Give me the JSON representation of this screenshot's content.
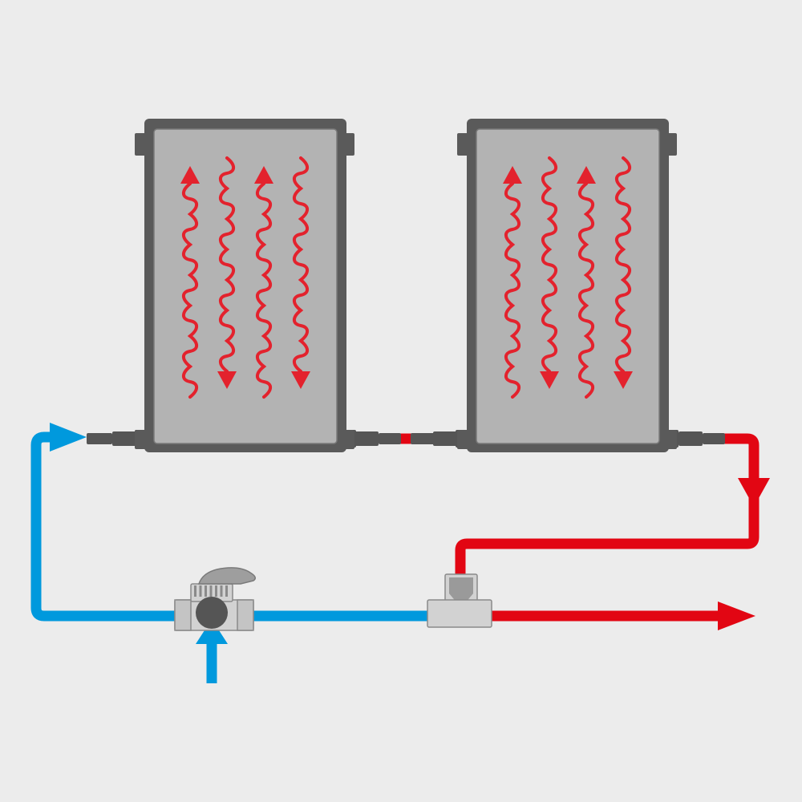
{
  "diagram": {
    "colors": {
      "background": "#ececec",
      "radiator_frame": "#5a5a5a",
      "radiator_panel": "#b3b3b3",
      "panel_border": "#7a7a7a",
      "fitting_dark": "#555555",
      "fitting_light": "#d2d2d2",
      "cold_water": "#0099dd",
      "hot_water": "#e20613",
      "heat_wave": "#e3222d"
    },
    "radiators": [
      {
        "name": "radiator-left",
        "waves": [
          "up",
          "down",
          "up",
          "down"
        ]
      },
      {
        "name": "radiator-right",
        "waves": [
          "up",
          "down",
          "up",
          "down"
        ]
      }
    ],
    "flow": [
      {
        "name": "cold-supply-inlet",
        "medium": "cold",
        "direction": "up"
      },
      {
        "name": "cold-supply-to-radiator",
        "medium": "cold",
        "direction": "right"
      },
      {
        "name": "hot-return-down",
        "medium": "hot",
        "direction": "down"
      },
      {
        "name": "hot-outlet",
        "medium": "hot",
        "direction": "right"
      }
    ],
    "components": [
      "three-way-valve",
      "valve-handle",
      "tee-fitting"
    ]
  }
}
